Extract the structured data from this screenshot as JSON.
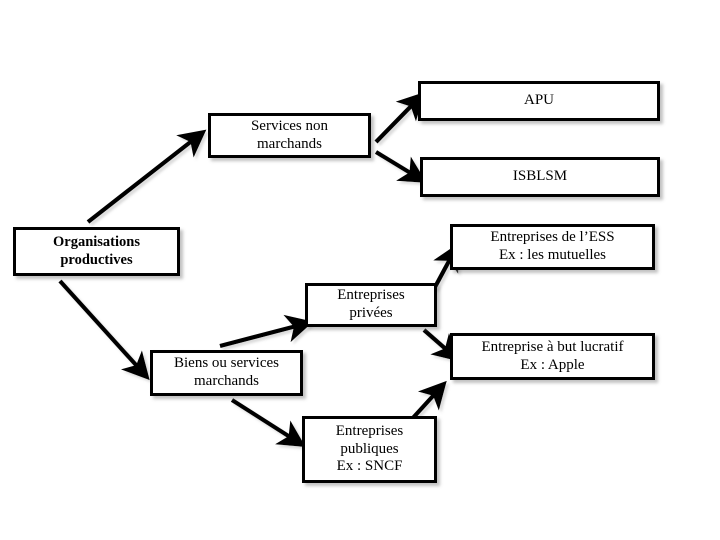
{
  "diagram": {
    "type": "flowchart",
    "background_color": "#ffffff",
    "line_color": "#000000",
    "nodes": [
      {
        "id": "root",
        "label": "Organisations\nproductives",
        "bold": true
      },
      {
        "id": "nonmarchands",
        "label": "Services non\nmarchands",
        "bold": false
      },
      {
        "id": "apu",
        "label": "APU",
        "bold": false
      },
      {
        "id": "isblsm",
        "label": "ISBLSM",
        "bold": false
      },
      {
        "id": "marchands",
        "label": "Biens ou services\nmarchands",
        "bold": false
      },
      {
        "id": "privees",
        "label": "Entreprises\nprivées",
        "bold": false
      },
      {
        "id": "publiques",
        "label": "Entreprises\npubliques\nEx : SNCF",
        "bold": false
      },
      {
        "id": "ess",
        "label": "Entreprises de l’ESS\nEx : les mutuelles",
        "bold": false
      },
      {
        "id": "lucratif",
        "label": "Entreprise à but lucratif\nEx : Apple",
        "bold": false
      }
    ],
    "edges": [
      {
        "from": "root",
        "to": "nonmarchands"
      },
      {
        "from": "root",
        "to": "marchands"
      },
      {
        "from": "nonmarchands",
        "to": "apu"
      },
      {
        "from": "nonmarchands",
        "to": "isblsm"
      },
      {
        "from": "marchands",
        "to": "privees"
      },
      {
        "from": "marchands",
        "to": "publiques"
      },
      {
        "from": "privees",
        "to": "ess"
      },
      {
        "from": "privees",
        "to": "lucratif"
      },
      {
        "from": "publiques",
        "to": "lucratif"
      }
    ]
  }
}
